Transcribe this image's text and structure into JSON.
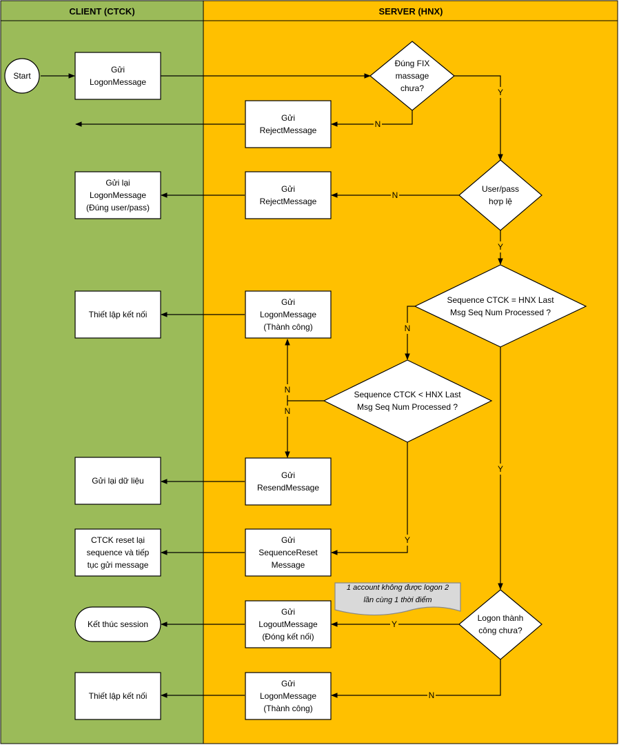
{
  "lanes": {
    "client": {
      "title": "CLIENT (CTCK)",
      "color": "#9BBB59"
    },
    "server": {
      "title": "SERVER (HNX)",
      "color": "#FFC000"
    }
  },
  "nodes": {
    "start": [
      "Start"
    ],
    "c_logon": [
      "Gửi",
      "LogonMessage"
    ],
    "c_resend_logon": [
      "Gửi lại",
      "LogonMessage",
      "(Đúng user/pass)"
    ],
    "c_connect_1": [
      "Thiết lập kết nối"
    ],
    "c_resend_data": [
      "Gửi lại dữ liệu"
    ],
    "c_reset": [
      "CTCK reset lại",
      "sequence và tiếp",
      "tục gửi message"
    ],
    "c_end": [
      "Kết thúc session"
    ],
    "c_connect_2": [
      "Thiết lập kết nối"
    ],
    "s_reject_1": [
      "Gửi",
      "RejectMessage"
    ],
    "s_reject_2": [
      "Gửi",
      "RejectMessage"
    ],
    "s_logon_ok_1": [
      "Gửi",
      "LogonMessage",
      "(Thành công)"
    ],
    "s_resend": [
      "Gửi",
      "ResendMessage"
    ],
    "s_seqreset": [
      "Gửi",
      "SequenceReset",
      "Message"
    ],
    "s_logout": [
      "Gửi",
      "LogoutMessage",
      "(Đóng kết nối)"
    ],
    "s_logon_ok_2": [
      "Gửi",
      "LogonMessage",
      "(Thành công)"
    ],
    "d_fix": [
      "Đúng FIX",
      "massage",
      "chưa?"
    ],
    "d_userpass": [
      "User/pass",
      "hợp lệ"
    ],
    "d_seq_eq": [
      "Sequence CTCK = HNX Last",
      "Msg Seq Num Processed ?"
    ],
    "d_seq_lt": [
      "Sequence CTCK < HNX Last",
      "Msg Seq Num Processed ?"
    ],
    "d_logon": [
      "Logon thành",
      "công chưa?"
    ],
    "note": [
      "1 account không được logon 2",
      "lần cùng 1 thời điểm"
    ]
  },
  "edge_labels": {
    "fix_yes": "Y",
    "fix_no": "N",
    "userpass_no": "N",
    "userpass_yes": "Y",
    "seq_eq_no": "N",
    "seq_eq_yes": "Y",
    "seq_lt_no_up": "N",
    "seq_lt_no_down": "N",
    "seq_lt_yes": "Y",
    "logon_yes": "Y",
    "logon_no": "N"
  }
}
